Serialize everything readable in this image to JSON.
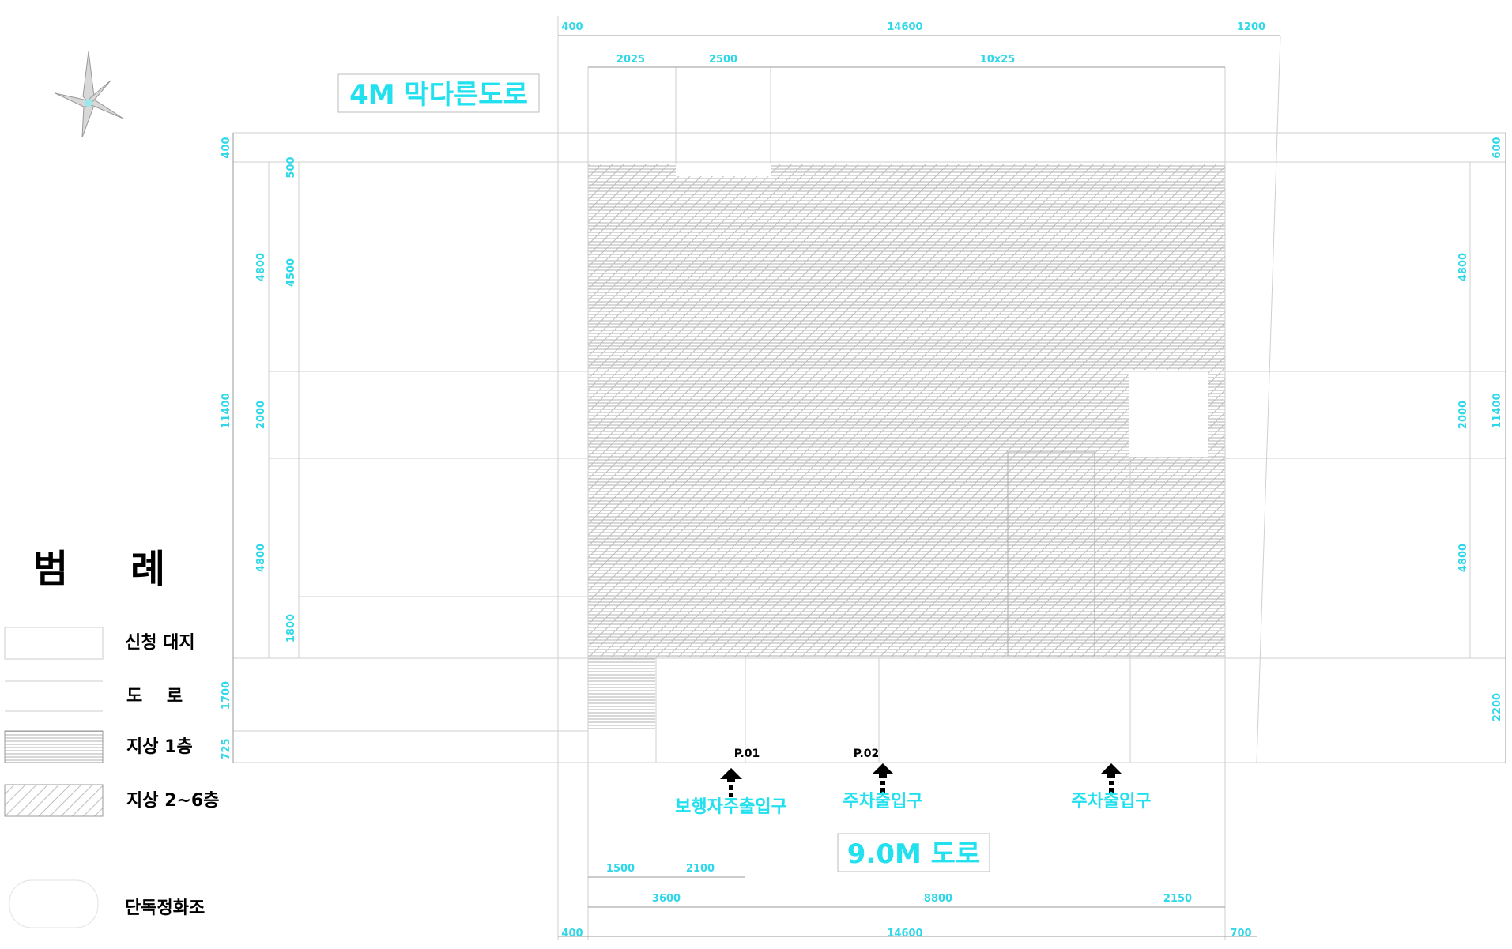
{
  "roads": {
    "top_road_label": "4M 막다른도로",
    "bottom_road_label": "9.0M 도로"
  },
  "dimensions": {
    "top_overall": [
      "400",
      "14600",
      "1200"
    ],
    "top_sub": [
      "2025",
      "2500",
      "10x25"
    ],
    "bottom_sub1": [
      "1500",
      "2100"
    ],
    "bottom_sub2": [
      "3600",
      "8800",
      "2150"
    ],
    "bottom_overall": [
      "400",
      "14600",
      "700"
    ],
    "left_outer": [
      "400",
      "11400",
      "725"
    ],
    "left_mid": [
      "4800",
      "2000",
      "4800",
      "1700"
    ],
    "left_inner": [
      "500",
      "4500",
      "1800"
    ],
    "right_outer": [
      "600",
      "11400",
      "2200"
    ],
    "right_mid": [
      "4800",
      "2000",
      "4800"
    ]
  },
  "parking": [
    {
      "id": "P.01",
      "label": "보행자주출입구"
    },
    {
      "id": "P.02",
      "label": "주차출입구"
    },
    {
      "id": "",
      "label": "주차출입구"
    }
  ],
  "legend": {
    "title_1": "범",
    "title_2": "례",
    "items": [
      {
        "label": "신청 대지",
        "style": "site"
      },
      {
        "label": "도    로",
        "style": "road"
      },
      {
        "label": "지상 1층",
        "style": "floor1"
      },
      {
        "label": "지상 2~6층",
        "style": "floor2to6"
      },
      {
        "label": "단독정화조",
        "style": "septic"
      }
    ]
  },
  "colors": {
    "dimension": "#2fd8e8",
    "hatch": "#9a9a9a",
    "text": "#000000"
  },
  "icons": [
    "compass-icon",
    "entrance-arrow-icon"
  ]
}
